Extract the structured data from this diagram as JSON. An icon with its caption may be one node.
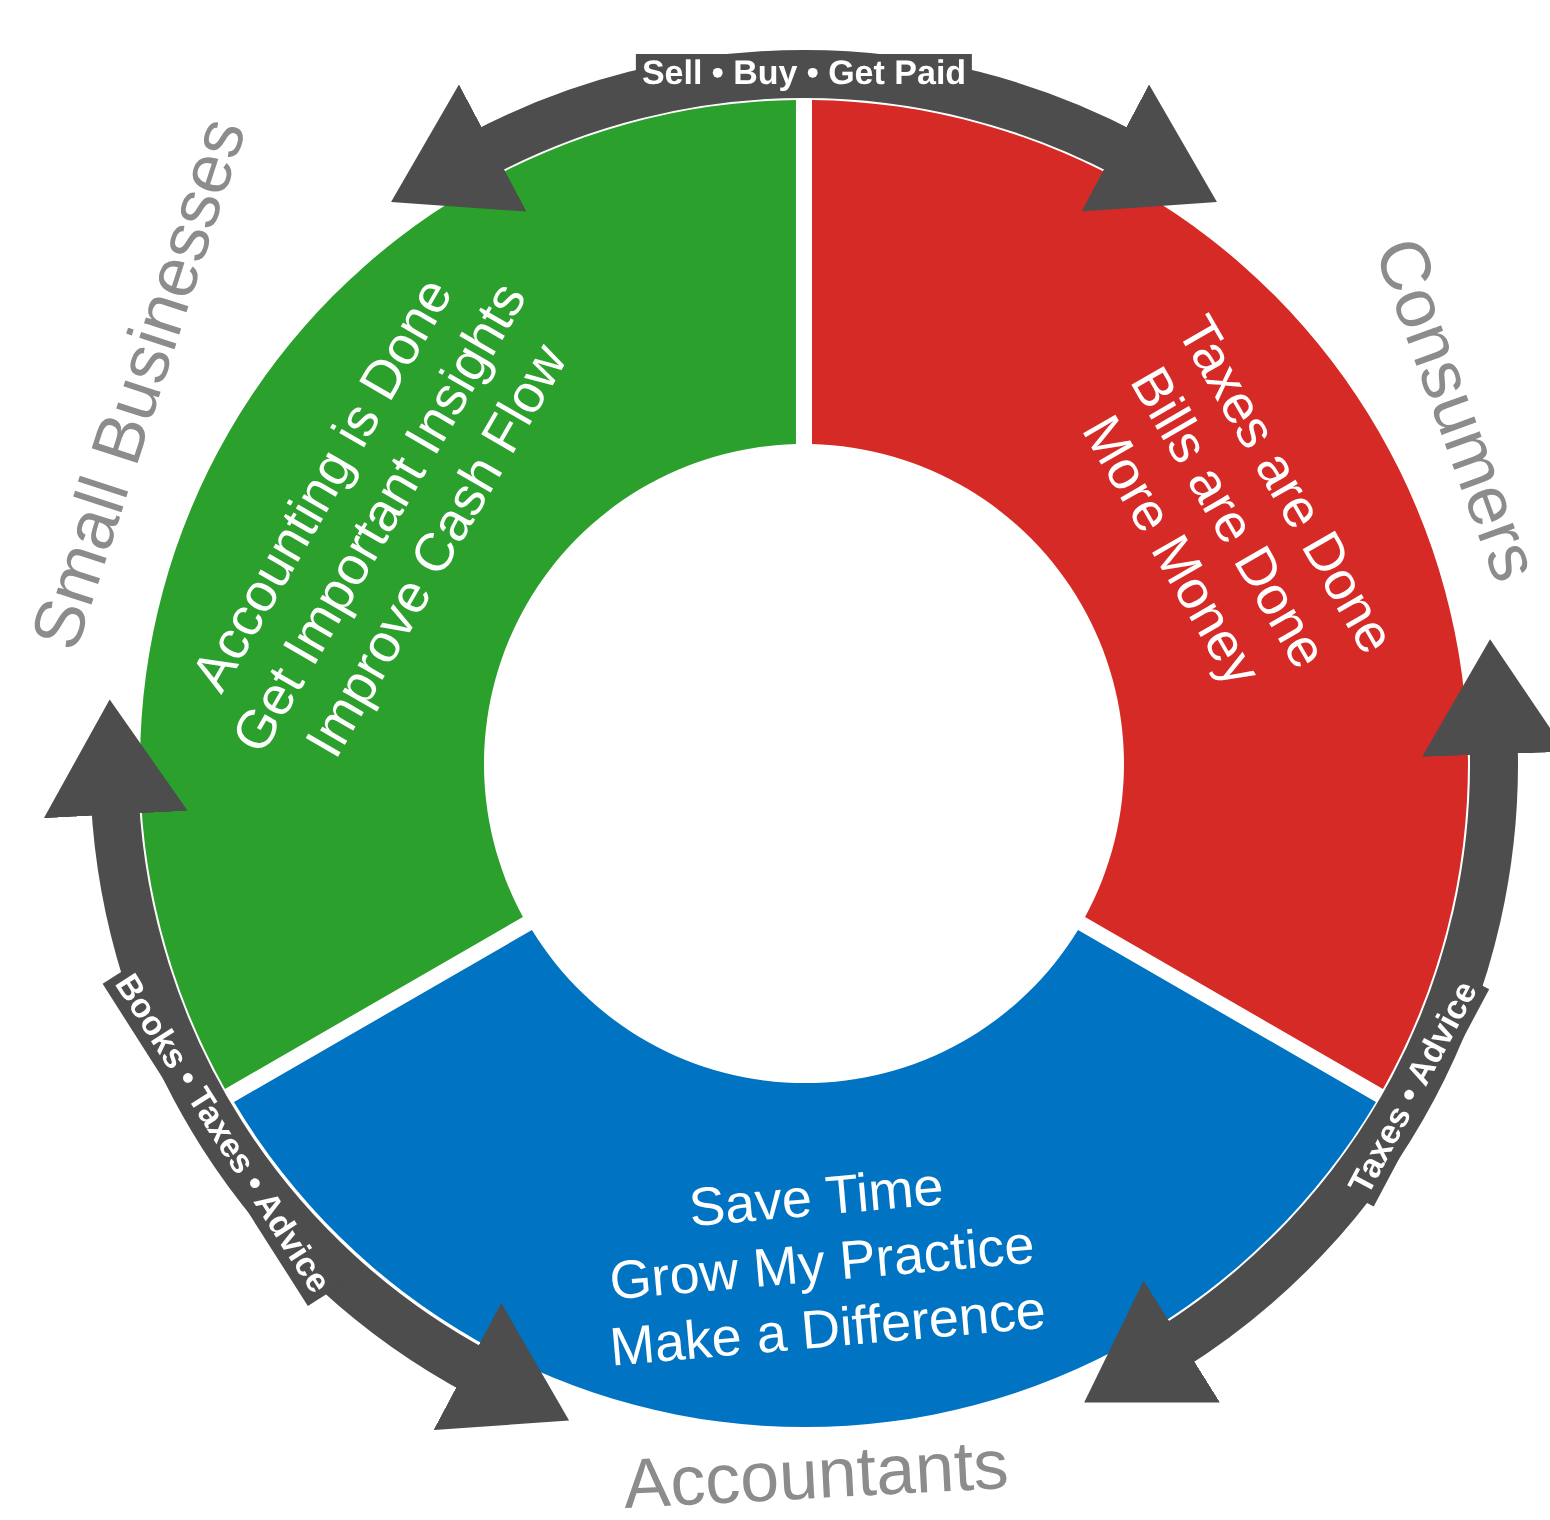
{
  "diagram": {
    "nodes": [
      {
        "text": [
          "Accounting is Done",
          "Get Important Insights",
          "Improve Cash Flow"
        ],
        "beside": [
          "Small Businesses"
        ]
      },
      {
        "text": [
          "Taxes are Done",
          "Bills are Done",
          "More Money"
        ],
        "beside": [
          "Consumers"
        ]
      },
      {
        "text": [
          "Save Time",
          "Grow My Practice",
          "Make a Difference"
        ],
        "beside": [
          "Accountants"
        ]
      }
    ],
    "edges": [
      {
        "from": 0,
        "to": 1,
        "arrow": "both",
        "label": "Sell • Buy • Get Paid"
      },
      {
        "from": 2,
        "to": 1,
        "arrow": "both",
        "label": "Taxes • Advice"
      },
      {
        "from": 0,
        "to": 2,
        "arrow": "both",
        "label": "Books • Taxes • Advice"
      }
    ]
  }
}
